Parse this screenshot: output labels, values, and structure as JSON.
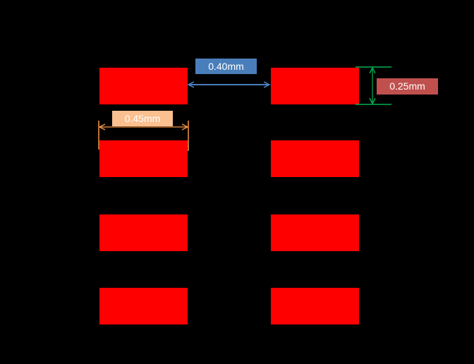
{
  "dimensions": {
    "pad_gap": {
      "text": "0.40mm",
      "color": "#4a7ebb"
    },
    "pad_width": {
      "text": "0.45mm",
      "color": "#fac090"
    },
    "pad_height": {
      "text": "0.25mm",
      "color": "#c0504d"
    }
  },
  "colors": {
    "background": "#000000",
    "pad": "#ff0000",
    "gap_arrow": "#4a7ebb",
    "width_arrow": "#f79646",
    "height_arrow": "#00b050"
  },
  "pads": {
    "columns": 2,
    "rows": 4
  }
}
